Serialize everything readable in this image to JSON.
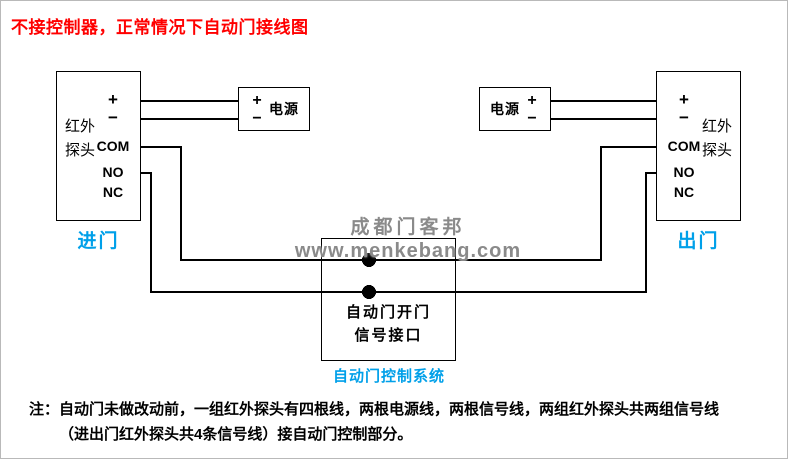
{
  "title": "不接控制器，正常情况下自动门接线图",
  "colors": {
    "title_red": "#ff0000",
    "label_cyan": "#00a0e9",
    "watermark_gray": "#8a8a8a",
    "wire_black": "#000000"
  },
  "left_sensor": {
    "name": "红外探头",
    "terminals": [
      "+",
      "−",
      "COM",
      "NO",
      "NC"
    ],
    "door_label": "进门"
  },
  "right_sensor": {
    "name": "红外探头",
    "terminals": [
      "+",
      "−",
      "COM",
      "NO",
      "NC"
    ],
    "door_label": "出门"
  },
  "left_power": {
    "name": "电源",
    "plus": "+",
    "minus": "−"
  },
  "right_power": {
    "name": "电源",
    "plus": "+",
    "minus": "−"
  },
  "controller": {
    "line1": "自动门开门",
    "line2": "信号接口",
    "system_label": "自动门控制系统"
  },
  "watermark": {
    "brand": "成都门客邦",
    "url": "www.menkebang.com"
  },
  "note": {
    "prefix": "注：",
    "line1": "自动门未做改动前，一组红外探头有四根线，两根电源线，两根信号线，两组红外探头共两组信号线",
    "line2": "（进出门红外探头共4条信号线）接自动门控制部分。"
  }
}
